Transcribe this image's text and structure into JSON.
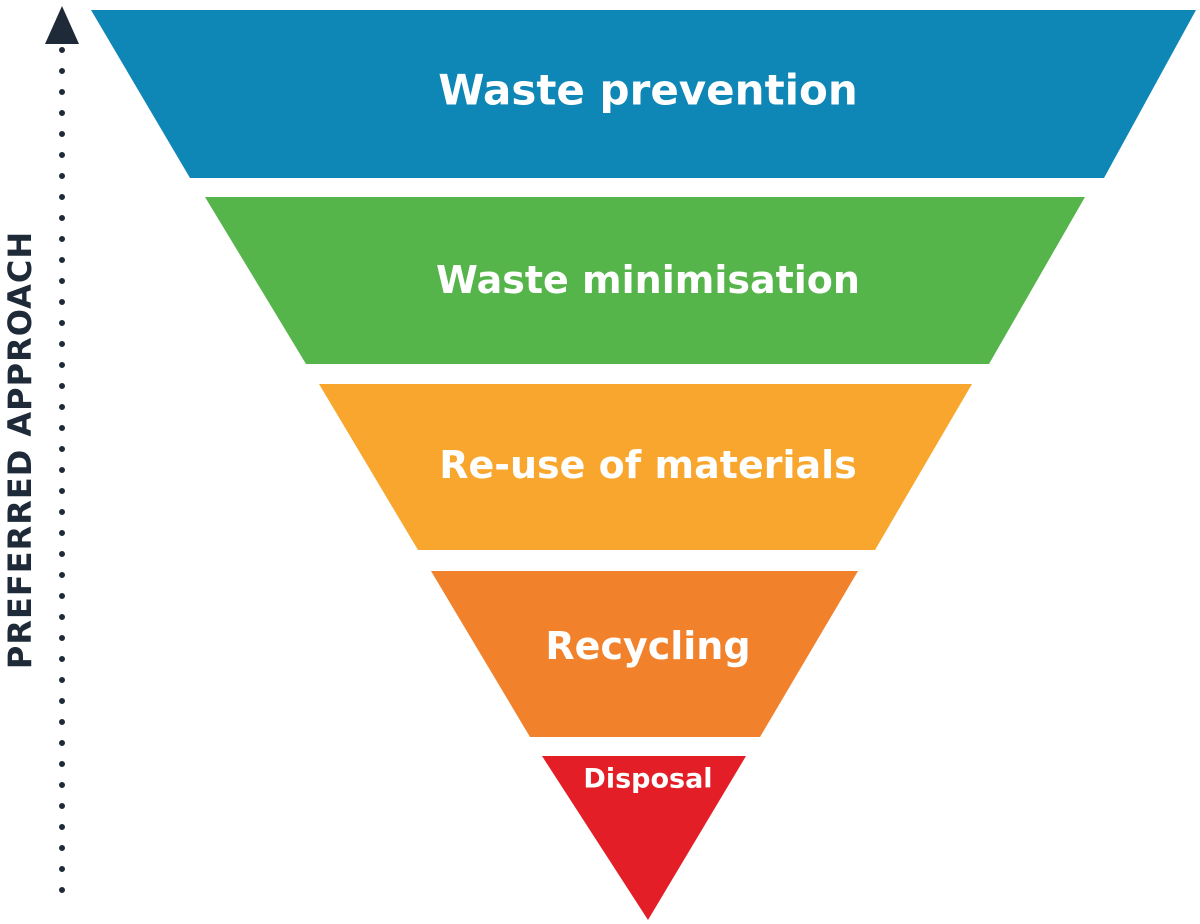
{
  "diagram": {
    "axis_label": "PREFERRED APPROACH",
    "tiers": [
      {
        "label": "Waste prevention",
        "color": "#0e86b6"
      },
      {
        "label": "Waste minimisation",
        "color": "#55b54b"
      },
      {
        "label": "Re-use of materials",
        "color": "#f8a62d"
      },
      {
        "label": "Recycling",
        "color": "#f2812c"
      },
      {
        "label": "Disposal",
        "color": "#e31e26"
      }
    ],
    "arrow_color": "#1f2a38"
  }
}
